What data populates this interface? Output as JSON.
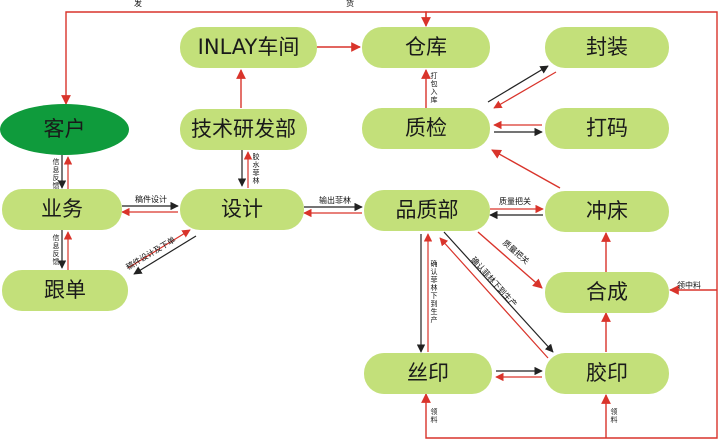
{
  "colors": {
    "node_fill": "#c3e07a",
    "customer_fill": "#0f9b3c",
    "return_arrow": "#d9342b",
    "forward_arrow": "#222222"
  },
  "nodes": {
    "inlay": "INLAY车间",
    "warehouse": "仓库",
    "packaging": "封装",
    "customer": "客户",
    "tech_rd": "技术研发部",
    "qc": "质检",
    "coding": "打码",
    "sales": "业务",
    "design": "设计",
    "quality_dept": "品质部",
    "punching": "冲床",
    "follow_up": "跟单",
    "compositing": "合成",
    "silkscreen": "丝印",
    "offset": "胶印"
  },
  "labels": {
    "ship_left": "发",
    "ship_right": "货",
    "pack_to_warehouse": "打包入库",
    "feedback_top": "信息反馈",
    "feedback_bottom": "信息反馈",
    "draft_design": "稿件设计",
    "draft_design_issue": "稿件设计及下单",
    "film_sample": "胶水菲林",
    "output_film": "输出菲林",
    "quality_check_1": "质量把关",
    "quality_check_2": "质量把关",
    "confirm_production_1": "确认菲林下到生产",
    "confirm_production_2": "确认菲林下到生产",
    "receive_material_right": "领中料",
    "receive_material_1": "领料",
    "receive_material_2": "领料"
  }
}
